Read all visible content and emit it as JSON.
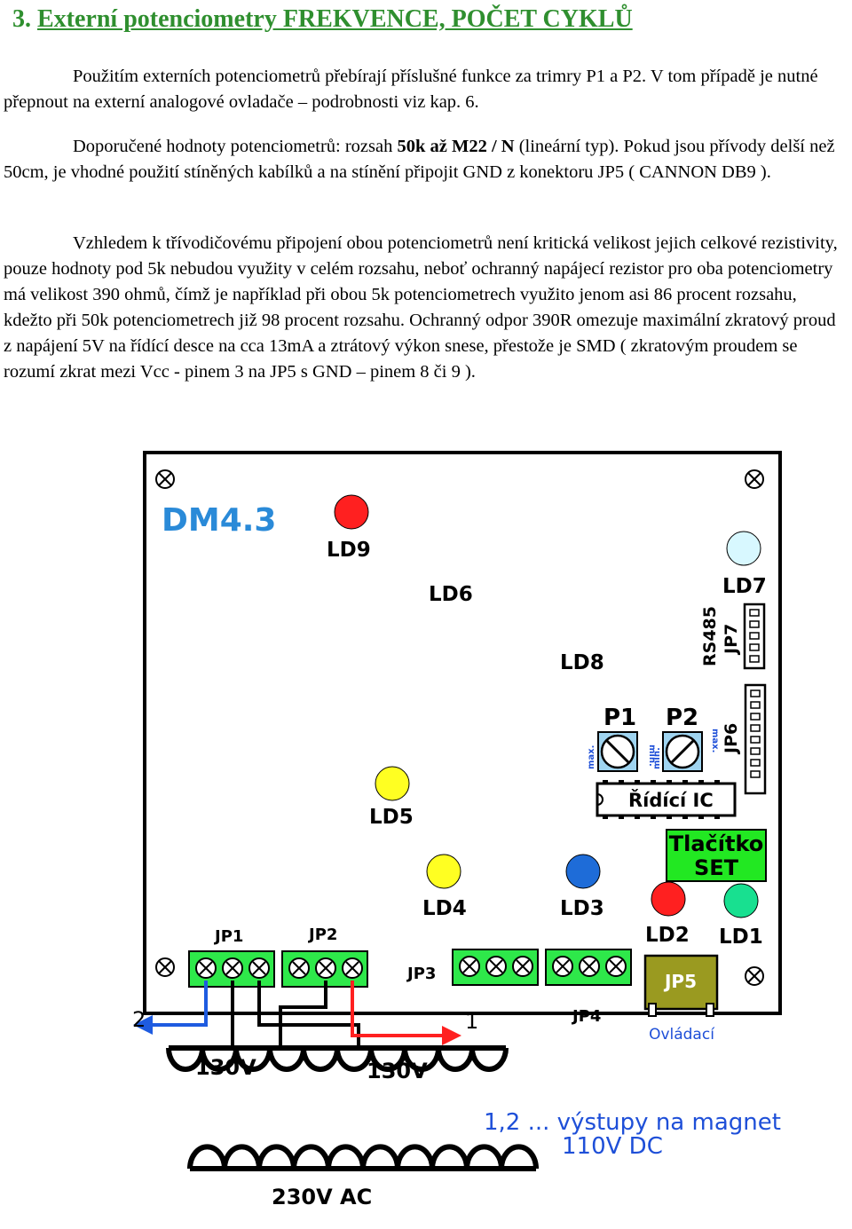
{
  "heading": {
    "number": "3.",
    "title": "Externí potenciometry FREKVENCE, POČET CYKLŮ"
  },
  "para1": "Použitím externích potenciometrů přebírají příslušné funkce za trimry P1 a P2. V tom případě je nutné přepnout na externí analogové ovladače – podrobnosti viz kap. 6.",
  "para2": {
    "pre": "Doporučené hodnoty potenciometrů: rozsah ",
    "bold": "50k až M22 / N",
    "post": " (lineární typ). Pokud jsou přívody delší než 50cm, je vhodné použití stíněných kabílků a na stínění připojit GND z konektoru JP5 ( CANNON DB9 )."
  },
  "para3": "Vzhledem k třívodičovému připojení obou potenciometrů není kritická velikost jejich celkové rezistivity, pouze hodnoty pod 5k nebudou využity v celém rozsahu, neboť ochranný napájecí rezistor pro oba potenciometry má velikost 390 ohmů, čímž je například při obou 5k potenciometrech využito jenom asi 86 procent rozsahu, kdežto při 50k potenciometrech již 98 procent rozsahu. Ochranný odpor 390R omezuje maximální zkratový proud z napájení 5V na řídící desce na cca 13mA a ztrátový výkon snese, přestože je SMD ( zkratovým proudem se rozumí zkrat mezi Vcc - pinem 3 na JP5 s GND – pinem 8 či 9 ).",
  "diagram": {
    "board_name": "DM4.3",
    "leds": {
      "ld9": "LD9",
      "ld6": "LD6",
      "ld7": "LD7",
      "ld8": "LD8",
      "ld5": "LD5",
      "ld4": "LD4",
      "ld3": "LD3",
      "ld2": "LD2",
      "ld1": "LD1"
    },
    "rs485": "RS485",
    "jp7": "JP7",
    "jp6": "JP6",
    "p1": "P1",
    "p2": "P2",
    "max": "max.",
    "min": "min.",
    "ic": "Řídící IC",
    "button": {
      "line1": "Tlačítko",
      "line2": "SET"
    },
    "jp1": "JP1",
    "jp2": "JP2",
    "jp3": "JP3",
    "jp4": "JP4",
    "jp5": "JP5",
    "control": "Ovládací",
    "out2": "2",
    "out1": "1",
    "v130a": "130V",
    "v130b": "130V",
    "v230": "230V AC",
    "outputs_line1": "1,2 ... výstupy na magnet",
    "outputs_line2": "110V DC",
    "colors": {
      "red": "#ff2020",
      "yellow": "#ffff22",
      "pale": "#d8f8ff",
      "green": "#18e090",
      "blue": "#1e6cd8",
      "terminal": "#2ee84a",
      "button": "#22e822",
      "jp5": "#9a9a20",
      "wire_blue": "#1e5be0",
      "wire_red": "#ff2020",
      "outputs_text": "#1e4fd8"
    }
  }
}
